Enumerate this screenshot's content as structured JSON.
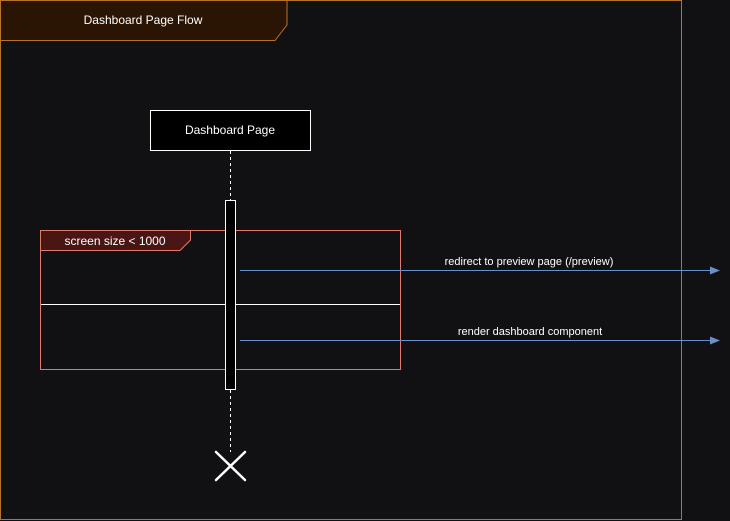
{
  "diagram": {
    "frame_title": "Dashboard Page Flow",
    "lifeline": {
      "label": "Dashboard Page"
    },
    "alt_fragment": {
      "condition": "screen size < 1000"
    },
    "messages": [
      {
        "label": "redirect to preview page (/preview)"
      },
      {
        "label": "render dashboard component"
      }
    ],
    "colors": {
      "background": "#111113",
      "frame_border": "#b8732a",
      "frame_title_bg": "#2a1505",
      "fragment_border": "#e07a6e",
      "fragment_label_bg": "#4a1614",
      "arrow": "#6b8fc9",
      "line": "#ffffff"
    }
  }
}
